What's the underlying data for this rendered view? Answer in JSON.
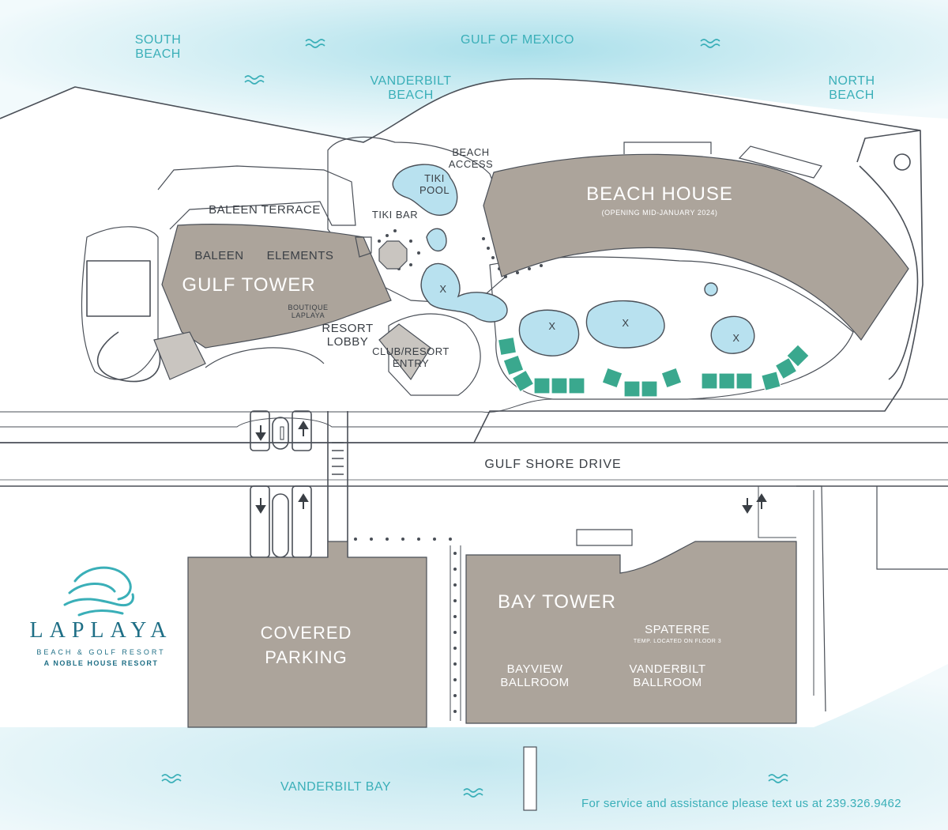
{
  "water": {
    "south_beach": [
      "SOUTH",
      "BEACH"
    ],
    "gulf_of_mexico": "GULF OF MEXICO",
    "vanderbilt_beach": [
      "VANDERBILT",
      "BEACH"
    ],
    "north_beach": [
      "NORTH",
      "BEACH"
    ],
    "vanderbilt_bay": "VANDERBILT BAY"
  },
  "buildings": {
    "beach_house": "BEACH HOUSE",
    "beach_house_note": "(OPENING MID-JANUARY 2024)",
    "gulf_tower": "GULF TOWER",
    "covered_parking": [
      "COVERED",
      "PARKING"
    ],
    "bay_tower": "BAY TOWER"
  },
  "places": {
    "beach_access": [
      "BEACH",
      "ACCESS"
    ],
    "tiki_pool": [
      "TIKI",
      "POOL"
    ],
    "tiki_bar": "TIKI BAR",
    "baleen_terrace": "BALEEN TERRACE",
    "baleen": "BALEEN",
    "elements": "ELEMENTS",
    "boutique": [
      "BOUTIQUE",
      "LAPLAYA"
    ],
    "resort_lobby": [
      "RESORT",
      "LOBBY"
    ],
    "club_entry": [
      "CLUB/RESORT",
      "ENTRY"
    ],
    "spaterre": "SPATERRE",
    "spaterre_note": "TEMP. LOCATED ON FLOOR 3",
    "bayview_ballroom": [
      "BAYVIEW",
      "BALLROOM"
    ],
    "vanderbilt_ballroom": [
      "VANDERBILT",
      "BALLROOM"
    ],
    "pool_markers": [
      "X",
      "X",
      "X",
      "X"
    ]
  },
  "road": "GULF SHORE DRIVE",
  "logo": {
    "name": "LAPLAYA",
    "tagline": "BEACH & GOLF RESORT",
    "subtitle": "A NOBLE HOUSE RESORT"
  },
  "footer": "For service and assistance please text us at 239.326.9462",
  "colors": {
    "building": "#aca49b",
    "water_teal": "#3aafb8",
    "pool_blue": "#b8e1ef",
    "outline": "#4a4f57",
    "cabana_green": "#3aa88e",
    "logo_blue": "#1f6f86"
  }
}
